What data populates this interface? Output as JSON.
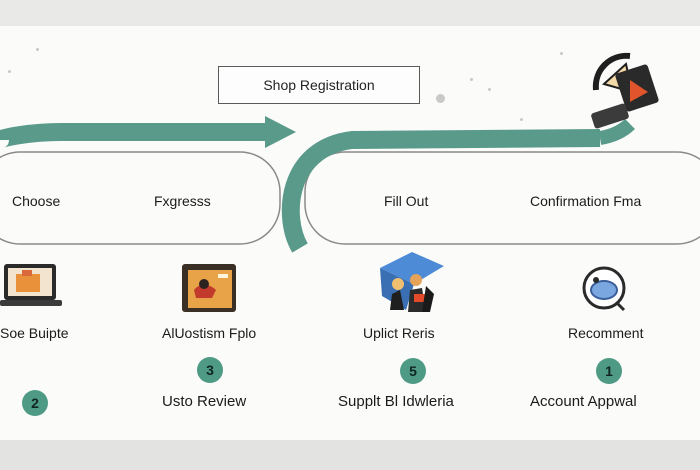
{
  "title": "Shop Registration",
  "stages": [
    {
      "label": "Choose"
    },
    {
      "label": "Fxgresss"
    },
    {
      "label": "Fill Out"
    },
    {
      "label": "Confirmation Fma"
    }
  ],
  "steps": [
    {
      "label": "Soe Buipte",
      "number": "2",
      "action": "",
      "icon": "laptop-box-icon"
    },
    {
      "label": "AlUostism Fplo",
      "number": "3",
      "action": "Usto Review",
      "icon": "document-icon"
    },
    {
      "label": "Uplict Reris",
      "number": "5",
      "action": "Supplt Bl Idwleria",
      "icon": "people-icon"
    },
    {
      "label": "Recomment",
      "number": "1",
      "action": "Account Appwal",
      "icon": "search-icon"
    }
  ],
  "colors": {
    "accent": "#5a9a8a",
    "badge": "#4f9a84",
    "panel_border": "#8a8a8a"
  },
  "corner_icon": "video-play-icon"
}
